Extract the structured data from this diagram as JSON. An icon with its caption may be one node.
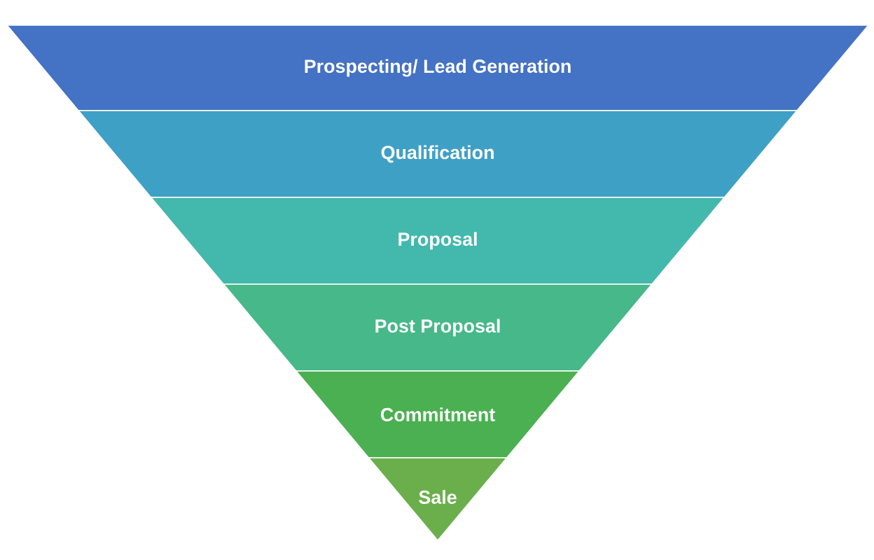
{
  "diagram": {
    "nodes": [
      {
        "text": [
          "Prospecting/ Lead Generation"
        ]
      },
      {
        "text": [
          "Qualification"
        ]
      },
      {
        "text": [
          "Proposal"
        ]
      },
      {
        "text": [
          "Post Proposal"
        ]
      },
      {
        "text": [
          "Commitment"
        ]
      },
      {
        "text": [
          "Sale"
        ]
      }
    ]
  }
}
